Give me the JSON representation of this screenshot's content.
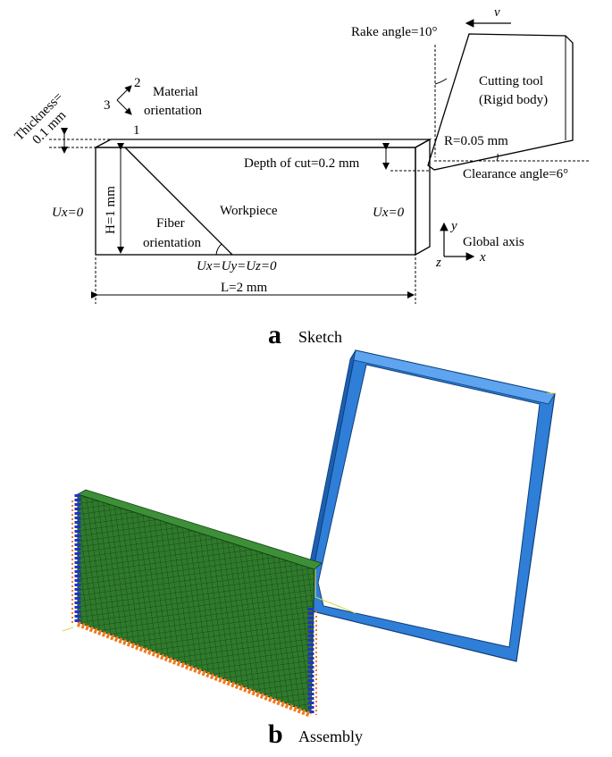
{
  "sketch": {
    "rake_angle": "Rake angle=10°",
    "velocity": "v",
    "tool_line1": "Cutting tool",
    "tool_line2": "(Rigid body)",
    "radius": "R=0.05 mm",
    "clearance_angle": "Clearance angle=6°",
    "depth_of_cut": "Depth of cut=0.2 mm",
    "material_line1": "Material",
    "material_line2": "orientation",
    "axis1": "1",
    "axis2": "2",
    "axis3": "3",
    "thickness_line1": "Thickness=",
    "thickness_line2": "0.1 mm",
    "ux_left": "Ux=0",
    "ux_right": "Ux=0",
    "height": "H=1 mm",
    "fiber_line1": "Fiber",
    "fiber_line2": "orientation",
    "workpiece": "Workpiece",
    "global_y": "y",
    "global_x": "x",
    "global_z": "z",
    "global_label": "Global axis",
    "bottom_bc": "Ux=Uy=Uz=0",
    "length": "L=2 mm"
  },
  "captions": {
    "a_letter": "a",
    "a_text": "Sketch",
    "b_letter": "b",
    "b_text": "Assembly"
  },
  "colors": {
    "mesh_green": "#2f7a2c",
    "tool_blue": "#2f7fd8",
    "bc_blue": "#2433c8",
    "bc_orange": "#f07a1c"
  }
}
